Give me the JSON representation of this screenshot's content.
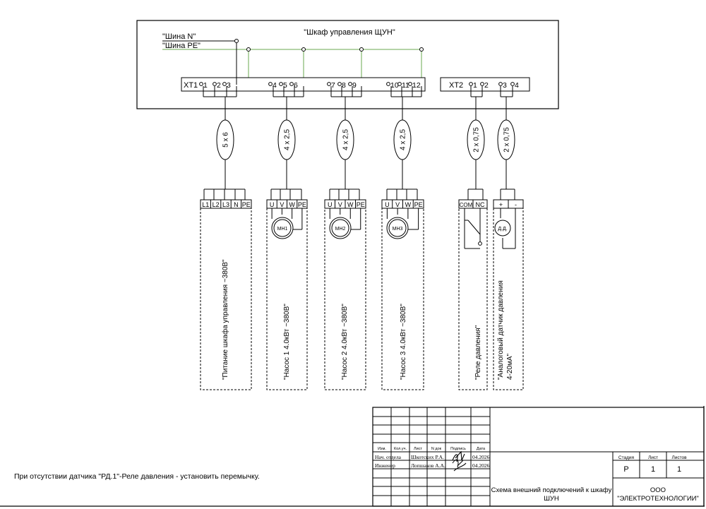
{
  "cabinet": {
    "title": "\"Шкаф управления ЩУН\"",
    "bus_n": "\"Шина N\"",
    "bus_pe": "\"Шина PE\"",
    "xt1_label": "XT1",
    "xt1_terminals": [
      "1",
      "2",
      "3",
      "4",
      "5",
      "6",
      "7",
      "8",
      "9",
      "10",
      "11",
      "12"
    ],
    "xt2_label": "XT2",
    "xt2_terminals": [
      "1",
      "2",
      "3",
      "4"
    ],
    "bus_pe_color": "#6aa84f"
  },
  "cables": [
    "5 x 6",
    "4 x 2,5",
    "4 x 2,5",
    "4 x 2,5",
    "2 x 0,75",
    "2 x 0,75"
  ],
  "devices": [
    {
      "terminals": [
        "L1",
        "L2",
        "L3",
        "N",
        "PE"
      ],
      "label": "\"Питание шкафа управления ~380В\""
    },
    {
      "terminals": [
        "U",
        "V",
        "W",
        "PE"
      ],
      "motor": "МН1",
      "label": "\"Насос 1 4.0кВт ~380В\""
    },
    {
      "terminals": [
        "U",
        "V",
        "W",
        "PE"
      ],
      "motor": "МН2",
      "label": "\"Насос 2 4.0кВт ~380В\""
    },
    {
      "terminals": [
        "U",
        "V",
        "W",
        "PE"
      ],
      "motor": "МН3",
      "label": "\"Насос 3 4.0кВт ~380В\""
    },
    {
      "terminals": [
        "COM",
        "NC"
      ],
      "label": "\"Реле давления\""
    },
    {
      "terminals": [
        "+",
        "-"
      ],
      "sensor": "Д.Д.",
      "label_line1": "\"Аналоговый датчик давления",
      "label_line2": "4-20мА\""
    }
  ],
  "note": "При отсутствии датчика \"РД.1\"-Реле давления - установить перемычку.",
  "title_block": {
    "headers": [
      "Изм.",
      "Кол.уч.",
      "Лист",
      "N док",
      "Подпись",
      "Дата"
    ],
    "rows": [
      {
        "role": "Нач. отдела",
        "name": "Шкотских Р.А.",
        "date": "04.2026"
      },
      {
        "role": "Инженер",
        "name": "Лопшаков А.А.",
        "date": "04.2026"
      }
    ],
    "stage_header": "Стадия",
    "sheet_header": "Лист",
    "sheets_header": "Листов",
    "stage": "Р",
    "sheet": "1",
    "sheets": "1",
    "doc_title_line1": "Схема внешний подключений к шкафу",
    "doc_title_line2": "ШУН",
    "org_line1": "ООО",
    "org_line2": "\"ЭЛЕКТРОТЕХНОЛОГИИ\""
  }
}
